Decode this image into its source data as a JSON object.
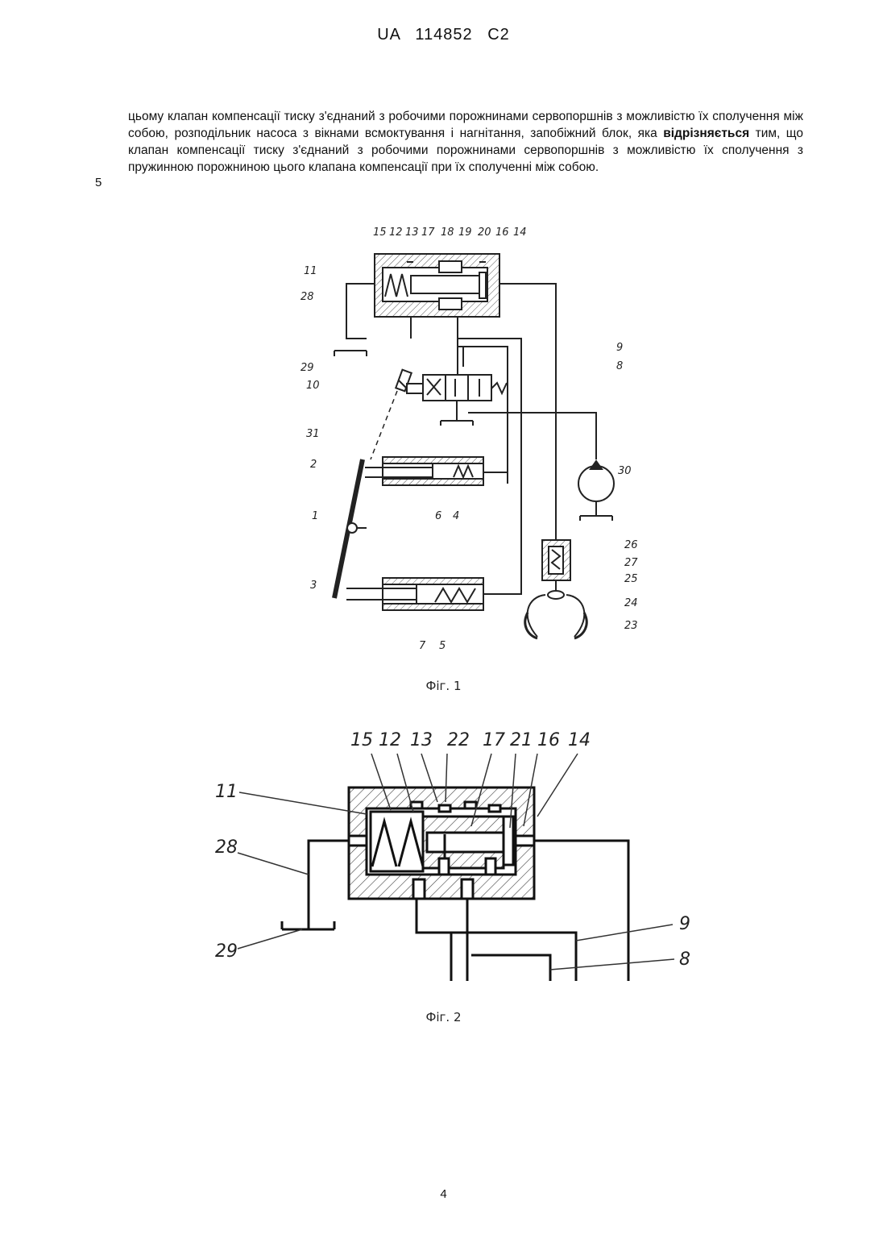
{
  "header": "UA   114852   C2",
  "paragraph": {
    "part1": "цьому клапан компенсації тиску з'єднаний з робочими порожнинами сервопоршнів з можливістю їх сполучення між собою, розподільник насоса з вікнами всмоктування і нагнітання, запобіжний блок, яка ",
    "bold": "відрізняється",
    "part2": " тим, що клапан компенсації тиску з'єднаний з робочими порожнинами сервопоршнів з можливістю їх сполучення з пружинною порожниною цього клапана компенсації при їх сполученні між собою."
  },
  "line_number": "5",
  "figure1": {
    "caption": "Фіг. 1",
    "labels": [
      "15",
      "12",
      "13",
      "17",
      "18",
      "19",
      "20",
      "16",
      "14",
      "11",
      "28",
      "29",
      "9",
      "8",
      "10",
      "31",
      "2",
      "30",
      "6",
      "4",
      "1",
      "26",
      "27",
      "25",
      "24",
      "3",
      "23",
      "7",
      "5"
    ]
  },
  "figure2": {
    "caption": "Фіг. 2",
    "labels": [
      "15",
      "12",
      "13",
      "22",
      "17",
      "21",
      "16",
      "14",
      "11",
      "28",
      "9",
      "29",
      "8"
    ]
  },
  "page_number": "4"
}
